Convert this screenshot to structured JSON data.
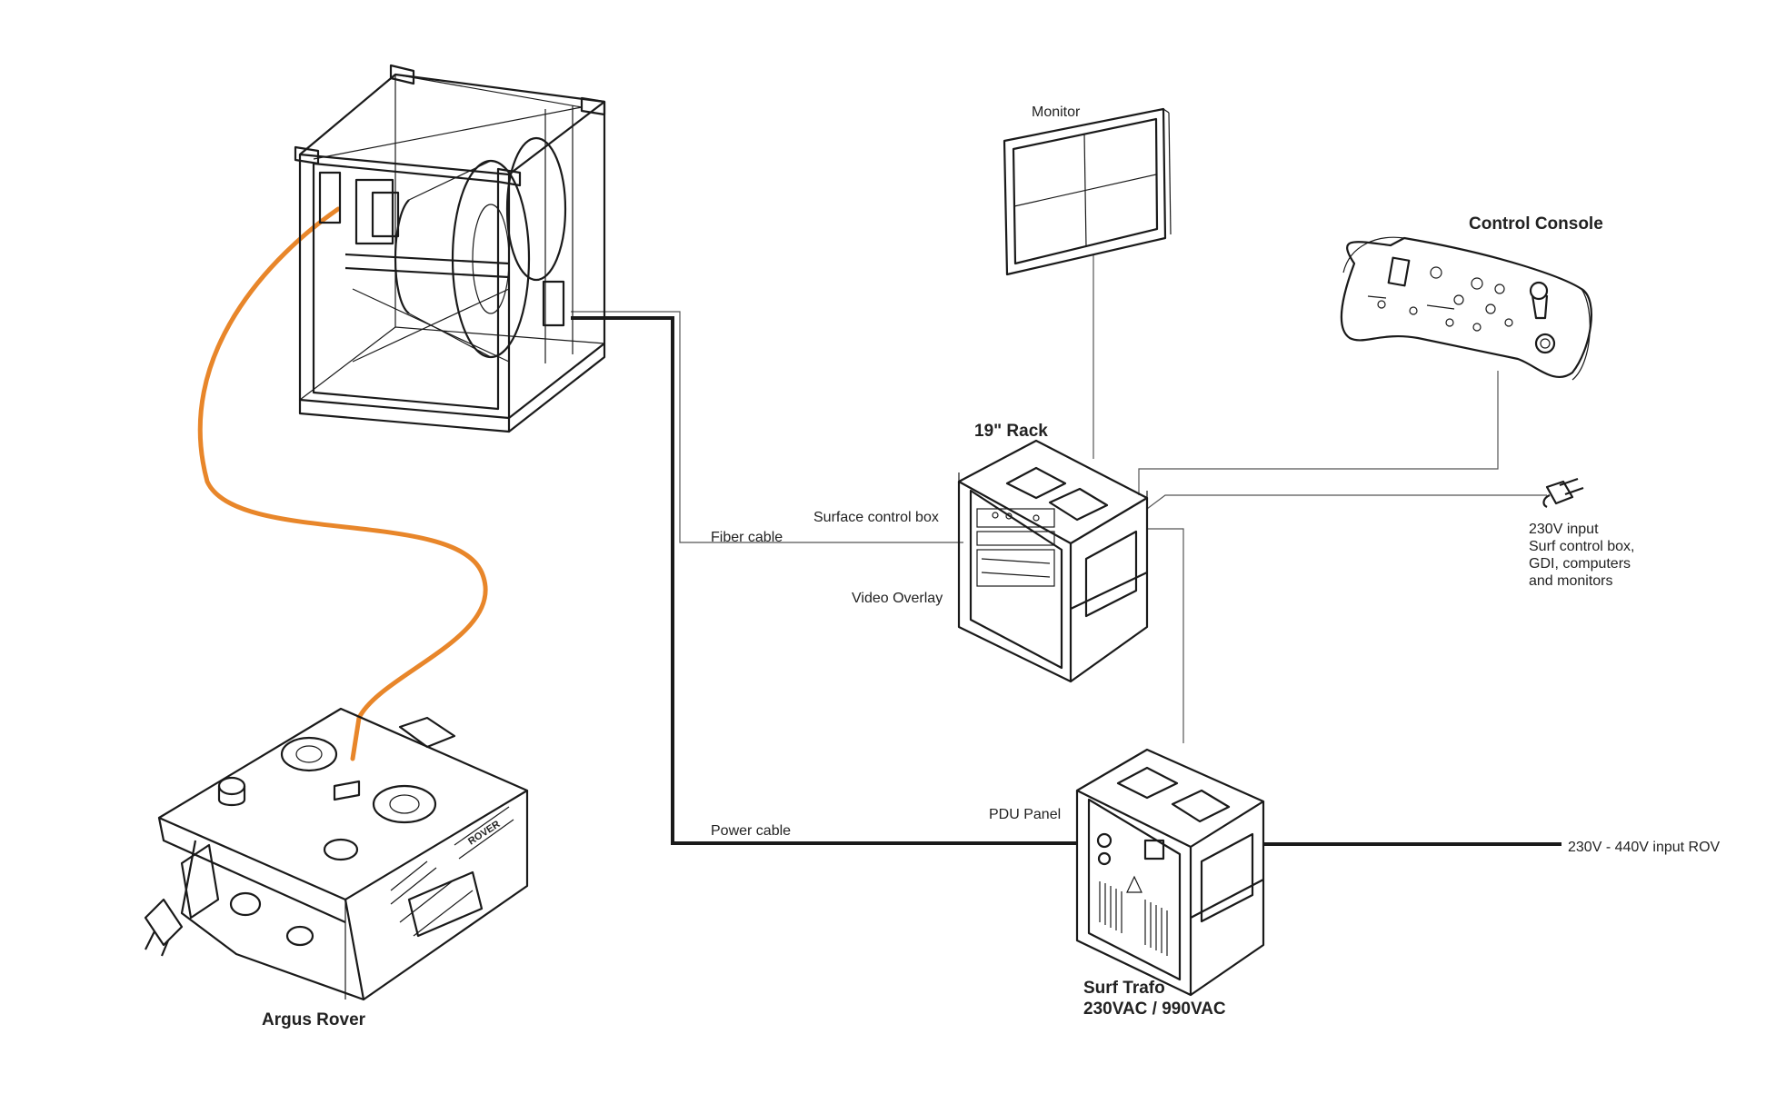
{
  "labels": {
    "monitor": "Monitor",
    "control_console": "Control Console",
    "rack": "19\" Rack",
    "surface_control_box": "Surface control box",
    "fiber_cable": "Fiber cable",
    "video_overlay": "Video Overlay",
    "power_input_1": "230V input",
    "power_input_2": "Surf control box,",
    "power_input_3": "GDI, computers",
    "power_input_4": "and monitors",
    "pdu_panel": "PDU Panel",
    "power_cable": "Power cable",
    "rov_input": "230V - 440V input ROV",
    "surf_trafo_1": "Surf Trafo",
    "surf_trafo_2": "230VAC / 990VAC",
    "argus_rover": "Argus Rover",
    "rover_badge": "ROVER"
  },
  "colors": {
    "tether": "#e8862a",
    "power_line": "#1a1a1a",
    "signal_line": "#666666"
  }
}
